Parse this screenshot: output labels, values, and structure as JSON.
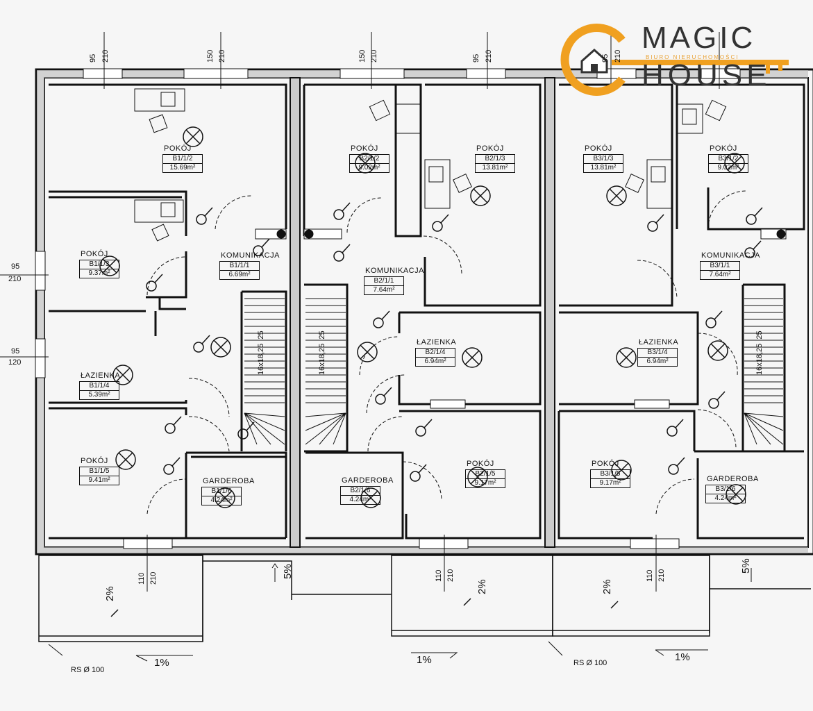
{
  "logo": {
    "line1": "MAGIC",
    "line2": "HOUSE",
    "tagline": "BIURO NIERUCHOMOŚCI",
    "accent": "#f0a020",
    "text_color": "#333333"
  },
  "rooms": [
    {
      "name": "POKÓJ",
      "code": "B1/1/2",
      "area": "15.69m²"
    },
    {
      "name": "POKÓJ",
      "code": "B1/1/3",
      "area": "9.37m²"
    },
    {
      "name": "KOMUNIKACJA",
      "code": "B1/1/1",
      "area": "6.69m²"
    },
    {
      "name": "ŁAZIENKA",
      "code": "B1/1/4",
      "area": "5.39m²"
    },
    {
      "name": "POKÓJ",
      "code": "B1/1/5",
      "area": "9.41m²"
    },
    {
      "name": "GARDEROBA",
      "code": "B1/1/6",
      "area": "4.24m²"
    },
    {
      "name": "POKÓJ",
      "code": "B2/1/2",
      "area": "9.02m²"
    },
    {
      "name": "POKÓJ",
      "code": "B2/1/3",
      "area": "13.81m²"
    },
    {
      "name": "KOMUNIKACJA",
      "code": "B2/1/1",
      "area": "7.64m²"
    },
    {
      "name": "ŁAZIENKA",
      "code": "B2/1/4",
      "area": "6.94m²"
    },
    {
      "name": "GARDEROBA",
      "code": "B2/1/6",
      "area": "4.24m²"
    },
    {
      "name": "POKÓJ",
      "code": "B2/1/5",
      "area": "9.17m²"
    },
    {
      "name": "POKÓJ",
      "code": "B3/1/3",
      "area": "13.81m²"
    },
    {
      "name": "POKÓJ",
      "code": "B3/1/2",
      "area": "9.02m²"
    },
    {
      "name": "KOMUNIKACJA",
      "code": "B3/1/1",
      "area": "7.64m²"
    },
    {
      "name": "ŁAZIENKA",
      "code": "B3/1/4",
      "area": "6.94m²"
    },
    {
      "name": "POKÓJ",
      "code": "B3/1/5",
      "area": "9.17m²"
    },
    {
      "name": "GARDEROBA",
      "code": "B3/1/6",
      "area": "4.24m²"
    }
  ],
  "stairs": [
    "16x18,25",
    "25"
  ],
  "dims": {
    "w95": "95",
    "w150": "150",
    "w110": "110",
    "h210": "210",
    "h120": "120"
  },
  "slopes": {
    "s2": "2%",
    "s5": "5%",
    "s1": "1%"
  },
  "drain": "RS Ø 100"
}
